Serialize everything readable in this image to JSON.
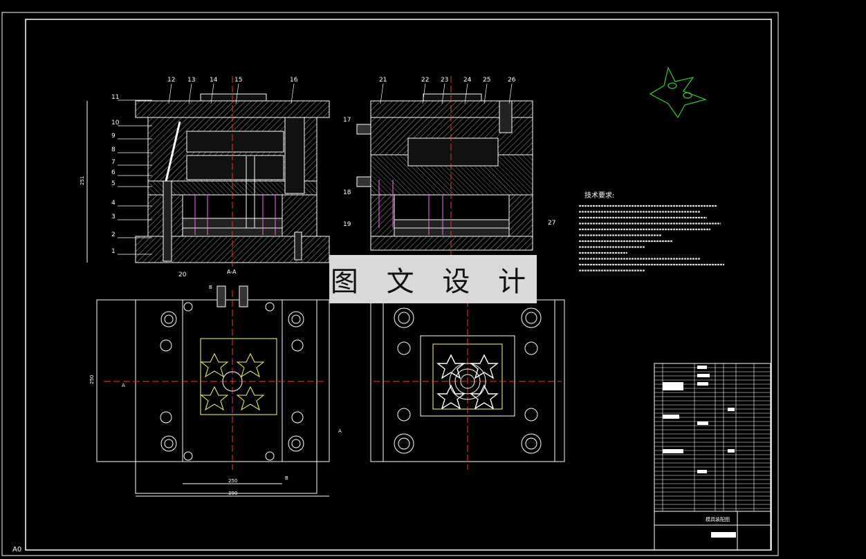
{
  "drawing": {
    "background": "#000000",
    "line_color": "#ffffff",
    "hatch_color": "#bfbfbf",
    "centerline_color": "#ff3333",
    "cooling_color": "#ff66ff",
    "dimension_color": "#ffff66",
    "iso_color": "#33cc33"
  },
  "banner": {
    "text": "图 文 设 计"
  },
  "section_label": "A-A",
  "part_numbers_left": [
    "1",
    "2",
    "3",
    "4",
    "5",
    "6",
    "7",
    "8",
    "9",
    "10",
    "11"
  ],
  "part_numbers_top": [
    "12",
    "13",
    "14",
    "15",
    "16",
    "21",
    "22",
    "23",
    "24",
    "25",
    "26"
  ],
  "part_numbers_right": [
    "17",
    "18",
    "19",
    "27"
  ],
  "part_number_bottom": "20",
  "dimensions": {
    "height_left": "251",
    "width_inner": "250",
    "width_outer": "390",
    "height_plan": "250"
  },
  "section_marks": [
    "A",
    "A",
    "B",
    "B"
  ],
  "tech_requirements": {
    "title": "技术要求:",
    "line_count": 12
  },
  "corner_label": "A0",
  "title_block": {
    "name": "模具装配图"
  }
}
